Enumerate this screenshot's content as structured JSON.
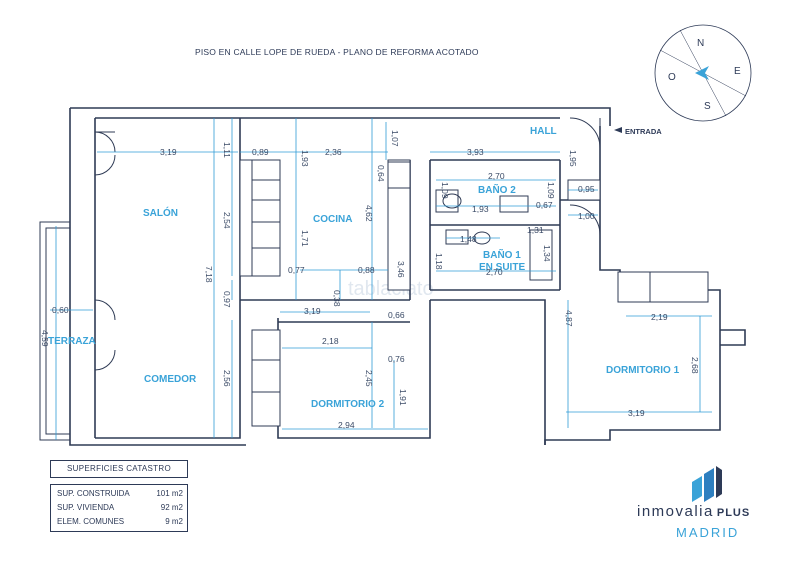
{
  "plan_title": "PISO EN CALLE LOPE DE RUEDA - PLANO DE REFORMA ACOTADO",
  "compass": {
    "n": "N",
    "e": "E",
    "s": "S",
    "o": "O"
  },
  "entrance_label": "ENTRADA",
  "watermark": "tablaciato",
  "rooms": {
    "hall": "HALL",
    "salon": "SALÓN",
    "cocina": "COCINA",
    "bano2": "BAÑO 2",
    "bano1_line1": "BAÑO 1",
    "bano1_line2": "EN SUITE",
    "terraza": "TERRAZA",
    "comedor": "COMEDOR",
    "dormitorio2": "DORMITORIO 2",
    "dormitorio1": "DORMITORIO 1"
  },
  "dims": {
    "d319_top": "3,19",
    "d111": "1,11",
    "d089": "0,89",
    "d193": "1,93",
    "d236": "2,36",
    "d107": "1,07",
    "d393": "3,93",
    "d195": "1,95",
    "d064": "0,64",
    "d270_top": "2,70",
    "d109_a": "1,09",
    "d109_b": "1,09",
    "d193_b": "1,93",
    "d067": "0,67",
    "d095": "0,95",
    "d100": "1,00",
    "d254": "2,54",
    "d171": "1,71",
    "d462": "4,62",
    "d131": "1,31",
    "d148": "1,48",
    "d118": "1,18",
    "d134": "1,34",
    "d718": "7,18",
    "d077": "0,77",
    "d088": "0,88",
    "d346": "3,46",
    "d270_b": "2,70",
    "d097": "0,97",
    "d038": "0,38",
    "d060": "0,60",
    "d459": "4,59",
    "d319_mid": "3,19",
    "d066": "0,66",
    "d218": "2,18",
    "d487": "4,87",
    "d219": "2,19",
    "d076": "0,76",
    "d245": "2,45",
    "d256": "2,56",
    "d191": "1,91",
    "d268": "2,68",
    "d294": "2,94",
    "d319_d1": "3,19"
  },
  "surfaces": {
    "heading": "SUPERFICIES CATASTRO",
    "rows": [
      {
        "label": "SUP. CONSTRUIDA",
        "value": "101 m2"
      },
      {
        "label": "SUP. VIVIENDA",
        "value": "92 m2"
      },
      {
        "label": "ELEM. COMUNES",
        "value": "9 m2"
      }
    ]
  },
  "logo": {
    "name": "inmovalia",
    "suffix": "PLUS",
    "city": "MADRID"
  },
  "colors": {
    "accent": "#3aa3d8",
    "ink": "#2d3a57"
  }
}
